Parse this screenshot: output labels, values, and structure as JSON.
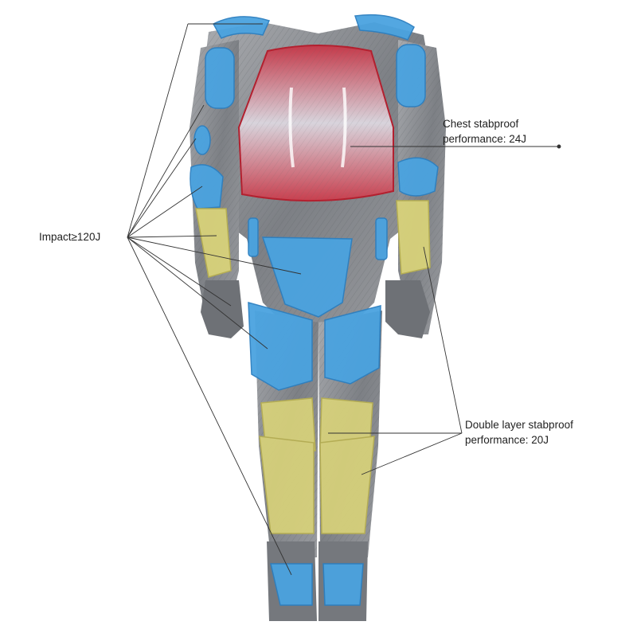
{
  "labels": {
    "impact": "Impact≥120J",
    "chest_line1": "Chest stabproof",
    "chest_line2": "performance: 24J",
    "double_line1": "Double layer stabproof",
    "double_line2": "performance: 20J"
  },
  "colors": {
    "red_plate": "#c8404f",
    "blue_pad": "#4aa3e0",
    "yellow_pad": "#d8d27a",
    "grey_suit": "#8a8c90",
    "leader_line": "#333333"
  }
}
